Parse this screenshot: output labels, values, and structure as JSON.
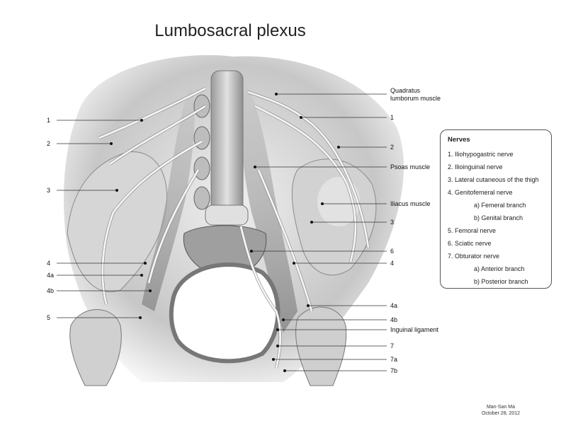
{
  "title": "Lumbosacral plexus",
  "labels_left": [
    "1",
    "2",
    "3",
    "4",
    "4a",
    "4b",
    "5"
  ],
  "labels_right": [
    "Quadratus\nlumborum muscle",
    "1",
    "2",
    "Psoas muscle",
    "Iliacus muscle",
    "3",
    "6",
    "4",
    "4a",
    "4b",
    "Inguinal ligament",
    "7",
    "7a",
    "7b"
  ],
  "legend": {
    "heading": "Nerves",
    "items": [
      {
        "text": "1. Iliohypogastric nerve",
        "sub": false
      },
      {
        "text": "2. Ilioinguinal nerve",
        "sub": false
      },
      {
        "text": "3. Lateral cutaneous of the thigh",
        "sub": false
      },
      {
        "text": "4. Genitofemeral nerve",
        "sub": false
      },
      {
        "text": "a) Femeral branch",
        "sub": true
      },
      {
        "text": "b) Genital branch",
        "sub": true
      },
      {
        "text": "5. Femoral nerve",
        "sub": false
      },
      {
        "text": "6. Sciatic nerve",
        "sub": false
      },
      {
        "text": "7. Obturator nerve",
        "sub": false
      },
      {
        "text": "a) Anterior branch",
        "sub": true
      },
      {
        "text": "b) Posterior branch",
        "sub": true
      }
    ]
  },
  "credit": {
    "author": "Man-San Ma",
    "date": "October 28, 2012"
  },
  "colors": {
    "ink": "#222222",
    "shade_dark": "#6e6e6e",
    "shade_mid": "#a8a8a8",
    "shade_light": "#d9d9d9",
    "paper": "#ffffff"
  }
}
